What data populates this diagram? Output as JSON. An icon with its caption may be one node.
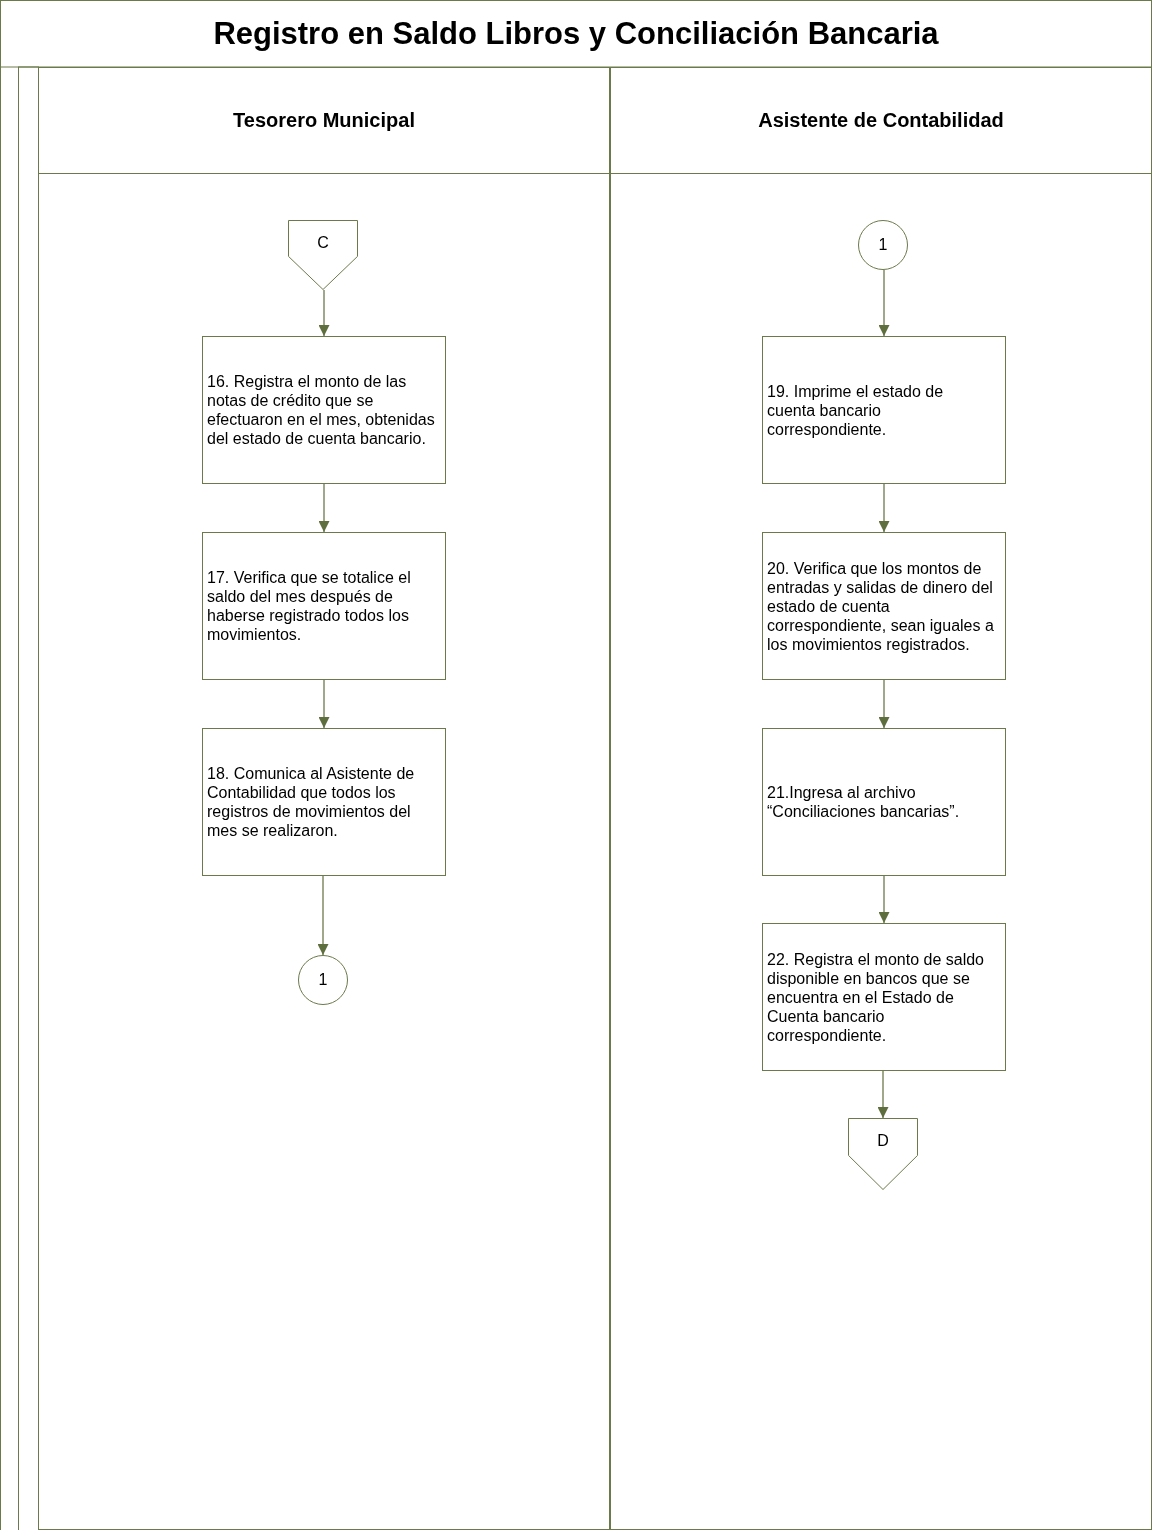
{
  "diagram": {
    "title": "Registro en Saldo Libros y Conciliación Bancaria",
    "nodes": [
      {
        "text": [
          "Tesorero Municipal"
        ]
      },
      {
        "text": [
          "Asistente de Contabilidad"
        ]
      },
      {
        "text": [
          "C"
        ],
        "in": 0
      },
      {
        "text": [
          "16. Registra el monto de las notas de crédito que se efectuaron en el mes, obtenidas del estado de cuenta bancario."
        ],
        "in": 0
      },
      {
        "text": [
          "17. Verifica que se totalice el saldo del mes después de haberse registrado todos los movimientos."
        ],
        "in": 0
      },
      {
        "text": [
          "18. Comunica al Asistente de Contabilidad que todos los registros de movimientos del mes  se realizaron."
        ],
        "in": 0
      },
      {
        "text": [
          "1"
        ],
        "in": 0
      },
      {
        "text": [
          "1"
        ],
        "in": 1
      },
      {
        "text": [
          "19. Imprime el estado de cuenta bancario correspondiente."
        ],
        "in": 1
      },
      {
        "text": [
          "20. Verifica que los montos de entradas y salidas de dinero del estado de cuenta correspondiente, sean iguales a los movimientos registrados."
        ],
        "in": 1
      },
      {
        "text": [
          "21.Ingresa al archivo “Conciliaciones bancarias”."
        ],
        "in": 1
      },
      {
        "text": [
          "22. Registra el monto de saldo disponible en bancos que se encuentra en el Estado de Cuenta bancario correspondiente."
        ],
        "in": 1
      },
      {
        "text": [
          "D"
        ],
        "in": 1
      }
    ],
    "edges": [
      {
        "from": 2,
        "to": 3,
        "arrow": "to"
      },
      {
        "from": 3,
        "to": 4,
        "arrow": "to"
      },
      {
        "from": 4,
        "to": 5,
        "arrow": "to"
      },
      {
        "from": 5,
        "to": 6,
        "arrow": "to"
      },
      {
        "from": 7,
        "to": 8,
        "arrow": "to"
      },
      {
        "from": 8,
        "to": 9,
        "arrow": "to"
      },
      {
        "from": 9,
        "to": 10,
        "arrow": "to"
      },
      {
        "from": 10,
        "to": 11,
        "arrow": "to"
      },
      {
        "from": 11,
        "to": 12,
        "arrow": "to"
      }
    ]
  }
}
